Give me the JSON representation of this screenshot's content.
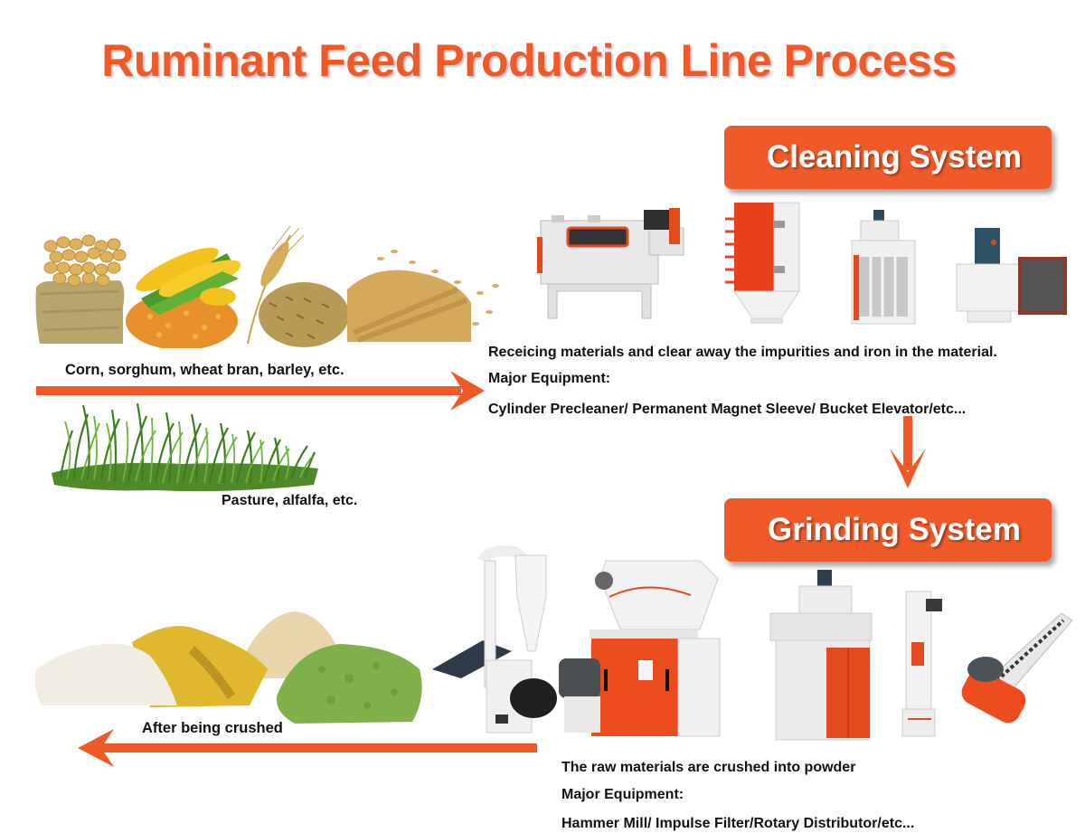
{
  "title": "Ruminant Feed Production Line Process",
  "colors": {
    "accent": "#f05a28",
    "text": "#111111",
    "background": "#ffffff"
  },
  "raw_materials": {
    "grains_label": "Corn, sorghum, wheat bran, barley, etc.",
    "grass_label": "Pasture, alfalfa, etc.",
    "images": [
      "soybean-meal-image",
      "corn-image",
      "barley-image",
      "wheat-image",
      "grass-image"
    ]
  },
  "cleaning_system": {
    "header": "Cleaning System",
    "description": "Receicing materials and clear away the impurities and iron in the material.",
    "equipment_label": "Major Equipment:",
    "equipment_list": "Cylinder Precleaner/ Permanent Magnet Sleeve/ Bucket Elevator/etc...",
    "machines": [
      "cylinder-precleaner",
      "permanent-magnet-sleeve",
      "pulse-dust-filter",
      "centrifugal-fan"
    ]
  },
  "grinding_system": {
    "header": "Grinding System",
    "description": "The raw materials are crushed into powder",
    "equipment_label": "Major Equipment:",
    "equipment_list": "Hammer Mill/ Impulse Filter/Rotary Distributor/etc...",
    "machines": [
      "small-hammer-mill-with-cyclone",
      "hammer-mill",
      "impulse-filter",
      "bucket-elevator",
      "screw-conveyor"
    ]
  },
  "output": {
    "label": "After being crushed",
    "images": [
      "white-powder",
      "yellow-powder",
      "beige-powder",
      "green-powder"
    ]
  }
}
